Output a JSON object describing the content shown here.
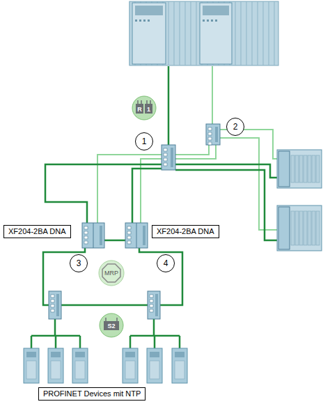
{
  "diagram": {
    "nodes": [
      {
        "text": [
          "1"
        ]
      },
      {
        "text": [
          "2"
        ]
      },
      {
        "text": [
          "XF204-2BA DNA"
        ]
      },
      {
        "text": [
          "XF204-2BA DNA"
        ]
      },
      {
        "text": [
          "3"
        ]
      },
      {
        "text": [
          "MRP"
        ]
      },
      {
        "text": [
          "4"
        ]
      },
      {
        "text": [
          "PROFINET Devices mit NTP"
        ]
      }
    ],
    "labels": [
      "R",
      "1",
      "S2"
    ]
  }
}
